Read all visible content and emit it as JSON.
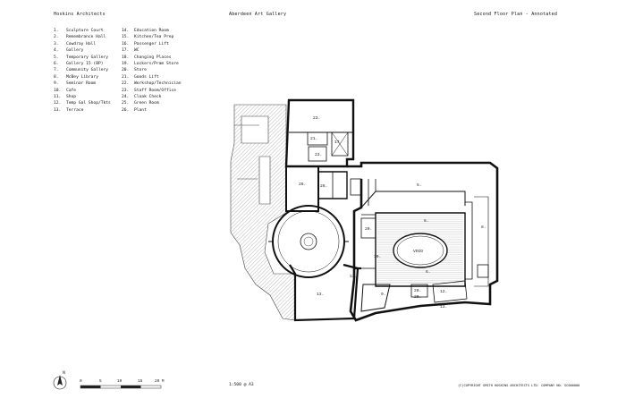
{
  "header": {
    "left": "Hoskins Architects",
    "center": "Aberdeen Art Gallery",
    "right": "Second Floor Plan - Annotated"
  },
  "legend": {
    "col1": [
      {
        "num": "1.",
        "label": "Sculpture Court"
      },
      {
        "num": "2.",
        "label": "Remembrance Hall"
      },
      {
        "num": "3.",
        "label": "Cowdray Hall"
      },
      {
        "num": "4.",
        "label": "Gallery"
      },
      {
        "num": "5.",
        "label": "Temporary Gallery"
      },
      {
        "num": "6.",
        "label": "Gallery 15 (BP)"
      },
      {
        "num": "7.",
        "label": "Community Gallery"
      },
      {
        "num": "8.",
        "label": "McBey Library"
      },
      {
        "num": "9.",
        "label": "Seminar Room"
      },
      {
        "num": "10.",
        "label": "Cafe"
      },
      {
        "num": "11.",
        "label": "Shop"
      },
      {
        "num": "12.",
        "label": "Temp Gal Shop/Tkts"
      },
      {
        "num": "13.",
        "label": "Terrace"
      }
    ],
    "col2": [
      {
        "num": "14.",
        "label": "Education Room"
      },
      {
        "num": "15.",
        "label": "Kitchen/Tea Prep"
      },
      {
        "num": "16.",
        "label": "Passenger Lift"
      },
      {
        "num": "17.",
        "label": "WC"
      },
      {
        "num": "18.",
        "label": "Changing Places"
      },
      {
        "num": "19.",
        "label": "Lockers/Pram Store"
      },
      {
        "num": "20.",
        "label": "Store"
      },
      {
        "num": "21.",
        "label": "Goods Lift"
      },
      {
        "num": "22.",
        "label": "Workshop/Technician"
      },
      {
        "num": "23.",
        "label": "Staff Room/Office"
      },
      {
        "num": "24.",
        "label": "Cloak Check"
      },
      {
        "num": "25.",
        "label": "Green Room"
      },
      {
        "num": "26.",
        "label": "Plant"
      }
    ]
  },
  "plan_labels": {
    "r23_top": "23.",
    "r21": "21.",
    "r17": "17.",
    "r23_mid": "23.",
    "r26_a": "26.",
    "r26_b": "26.",
    "r5": "5.",
    "r6_a": "6.",
    "r6_b": "6.",
    "r8": "8.",
    "r20": "20.",
    "r10": "10.",
    "void": "VOID",
    "r13_a": "13.",
    "r13_b": "13.",
    "r13_c": "13.",
    "r9": "9.",
    "r12": "12.",
    "r20_b": "20.",
    "r20_c": "20."
  },
  "north_label": "N",
  "scale_bar": {
    "ticks": [
      "0",
      "5",
      "10",
      "15",
      "20 M"
    ]
  },
  "footer": {
    "scale": "1:500 @ A3",
    "copyright": "(C)COPYRIGHT SMITH HOSKINS ARCHITECTS LTD. COMPANY NO. SC000000"
  }
}
